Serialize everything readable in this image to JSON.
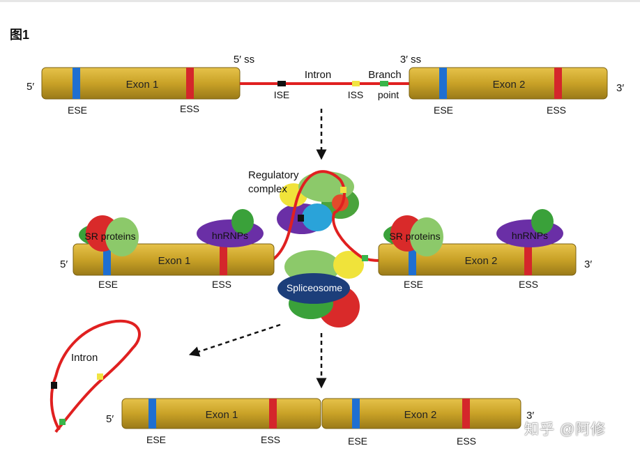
{
  "figure": {
    "title": "图1",
    "watermark": "知乎 @阿修"
  },
  "colors": {
    "exon": "#c9a227",
    "exon_dark": "#8a6d12",
    "intron": "#e02020",
    "ese": "#1f6fd1",
    "ess": "#d4262b",
    "ise": "#111111",
    "iss": "#f1e442",
    "branch": "#39b54a"
  },
  "pre_mrna": {
    "end5": "5′",
    "end3": "3′",
    "exon1": "Exon 1",
    "exon2": "Exon 2",
    "ese1": "ESE",
    "ess1": "ESS",
    "ese2": "ESE",
    "ess2": "ESS",
    "ss5": "5′ ss",
    "ss3": "3′ ss",
    "intron": "Intron",
    "ise": "ISE",
    "iss": "ISS",
    "branch": "Branch",
    "point": "point"
  },
  "complex": {
    "regulatory1": "Regulatory",
    "regulatory2": "complex",
    "spliceosome": "Spliceosome",
    "end5": "5′",
    "end3": "3′",
    "exon1": "Exon 1",
    "exon2": "Exon 2",
    "sr1": "SR proteins",
    "hn1": "hnRNPs",
    "sr2": "SR proteins",
    "hn2": "hnRNPs",
    "ese1": "ESE",
    "ess1": "ESS",
    "ese2": "ESE",
    "ess2": "ESS"
  },
  "product": {
    "lariat": "Intron",
    "end5": "5′",
    "end3": "3′",
    "exon1": "Exon 1",
    "exon2": "Exon 2",
    "ese1": "ESE",
    "ess1": "ESS",
    "ese2": "ESE",
    "ess2": "ESS"
  }
}
